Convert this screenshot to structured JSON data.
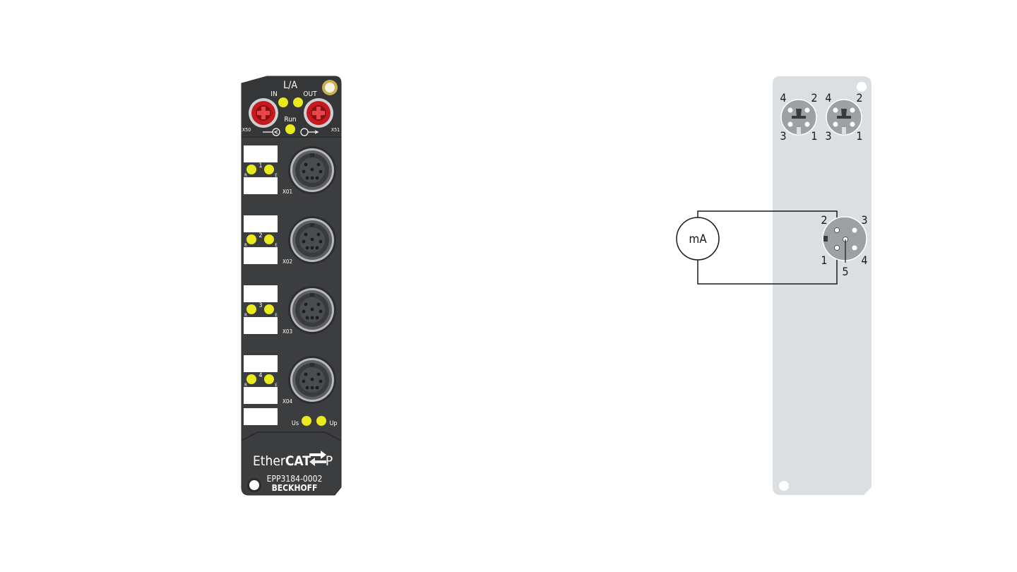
{
  "module": {
    "la_label": "L/A",
    "in_label": "IN",
    "out_label": "OUT",
    "run_label": "Run",
    "x50_label": "X50",
    "x51_label": "X51",
    "channels": [
      {
        "number": "1",
        "connector": "X01"
      },
      {
        "number": "2",
        "connector": "X02"
      },
      {
        "number": "3",
        "connector": "X03"
      },
      {
        "number": "4",
        "connector": "X04"
      }
    ],
    "led_r": "R",
    "led_e": "E",
    "us_label": "Us",
    "up_label": "Up",
    "brand_ether": "Ether",
    "brand_cat": "CAT",
    "brand_p": "P",
    "part_number": "EPP3184-0002",
    "manufacturer": "BECKHOFF"
  },
  "wiring": {
    "port_pins": {
      "tl": "4",
      "tr": "2",
      "bl": "3",
      "br": "1"
    },
    "channel_pins": {
      "p1": "1",
      "p2": "2",
      "p3": "3",
      "p4": "4",
      "p5": "5"
    },
    "meter_label": "mA"
  },
  "colors": {
    "housing": "#3c3d3f",
    "housing_edge": "#2a2b2d",
    "led": "#e9e91c",
    "port_red": "#c8191e",
    "panel": "#dcdfe1",
    "connector_grey": "#9da1a5"
  }
}
